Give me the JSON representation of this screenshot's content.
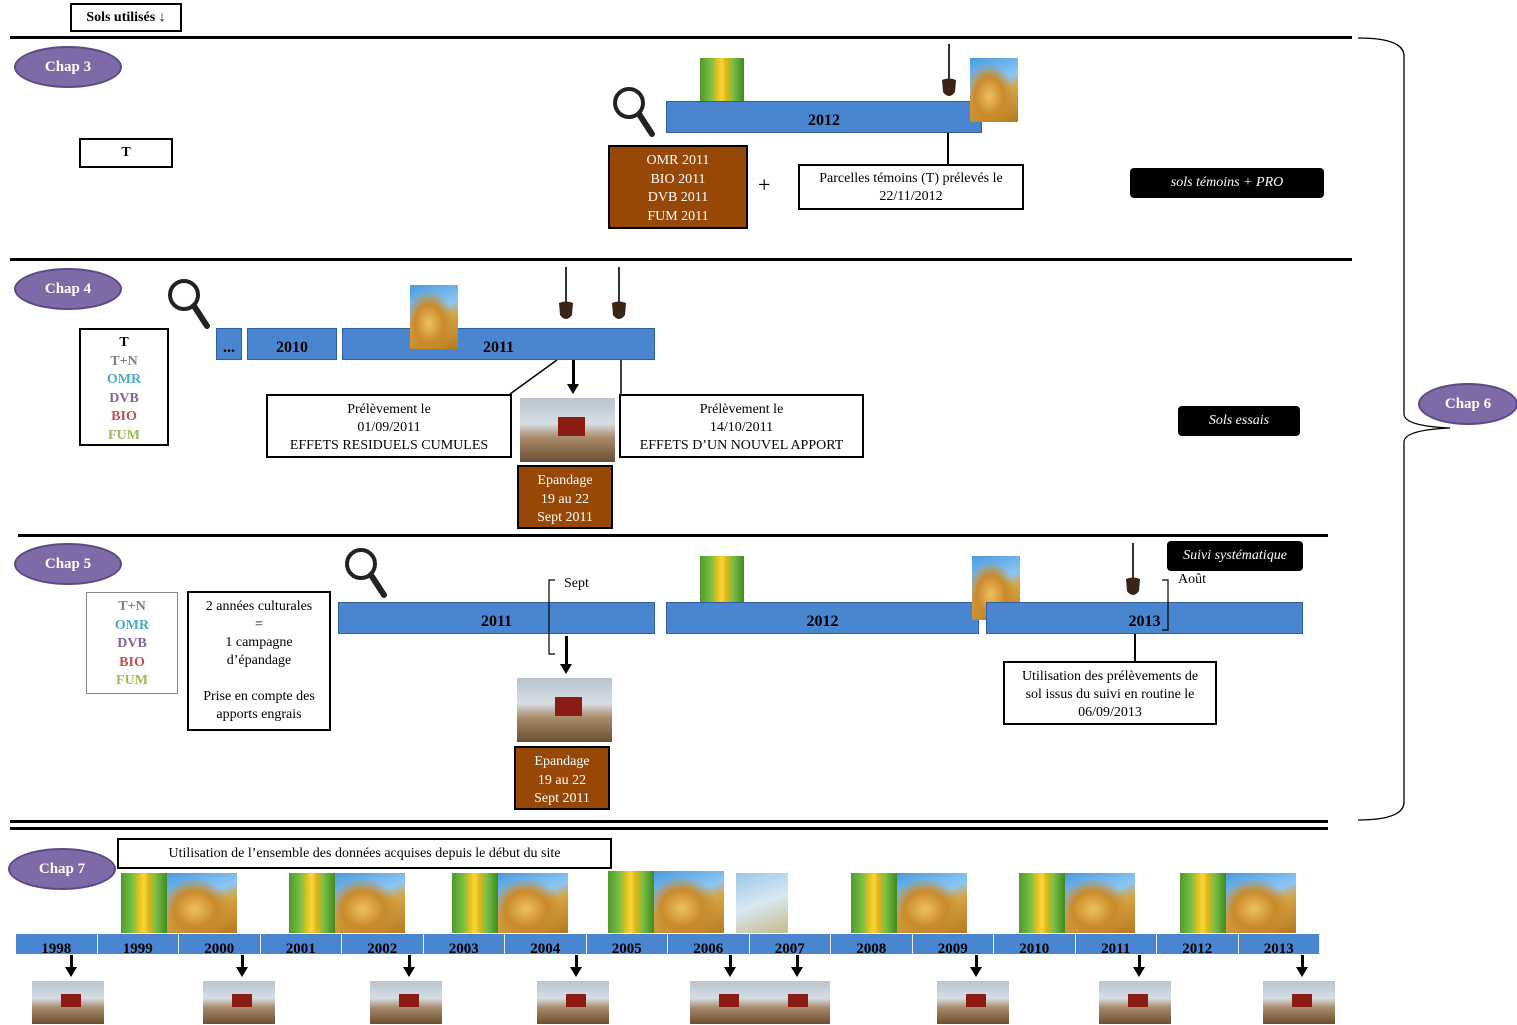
{
  "header": {
    "sols_label": "Sols utilisés ↓"
  },
  "chap3": {
    "label": "Chap 3",
    "soil": "T",
    "year": "2012",
    "pro_lines": [
      "OMR 2011",
      "BIO 2011",
      "DVB 2011",
      "FUM 2011"
    ],
    "plus": "+",
    "sampling": "Parcelles témoins (T) prélevés le 22/11/2012",
    "tag": "sols  témoins + PRO"
  },
  "chap4": {
    "label": "Chap 4",
    "ellipsis": "...",
    "year_a": "2010",
    "year_b": "2011",
    "soils": [
      "T",
      "T+N",
      "OMR",
      "DVB",
      "BIO",
      "FUM"
    ],
    "left_box": [
      "Prélèvement le",
      "01/09/2011",
      "EFFETS RESIDUELS CUMULES"
    ],
    "right_box": [
      "Prélèvement le",
      "14/10/2011",
      "EFFETS D’UN NOUVEL APPORT"
    ],
    "spread": [
      "Epandage",
      "19 au 22",
      "Sept 2011"
    ],
    "tag": "Sols essais"
  },
  "chap5": {
    "label": "Chap 5",
    "soils": [
      "T+N",
      "OMR",
      "DVB",
      "BIO",
      "FUM"
    ],
    "note": [
      "2 années culturales",
      "=",
      "1 campagne",
      "d’épandage",
      "",
      "Prise en compte des",
      "apports engrais"
    ],
    "years": [
      "2011",
      "2012",
      "2013"
    ],
    "sept": "Sept",
    "aout": "Août",
    "spread": [
      "Epandage",
      "19 au 22",
      "Sept 2011"
    ],
    "routine": "Utilisation des prélèvements de sol issus du suivi en routine le 06/09/2013",
    "tag": "Suivi systématique"
  },
  "chap6": {
    "label": "Chap 6"
  },
  "chap7": {
    "label": "Chap 7",
    "caption": "Utilisation  de l’ensemble des données acquises depuis  le début du site",
    "years": [
      "1998",
      "1999",
      "2000",
      "2001",
      "2002",
      "2003",
      "2004",
      "2005",
      "2006",
      "2007",
      "2008",
      "2009",
      "2010",
      "2011",
      "2012",
      "2013"
    ]
  },
  "colors": {
    "chap_purple": "#7f6aa8",
    "bar_blue": "#4a86d0",
    "brown": "#974706",
    "T": "#000000",
    "T+N": "#7f7f7f",
    "OMR": "#4bacc6",
    "DVB": "#8064a2",
    "BIO": "#c0504d",
    "FUM": "#9bbb59"
  }
}
